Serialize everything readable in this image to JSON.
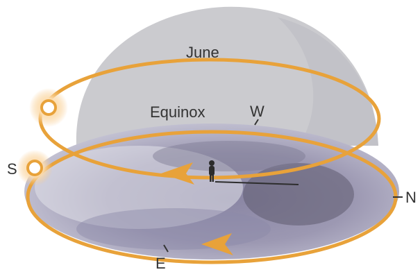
{
  "diagram": {
    "labels": {
      "june": "June",
      "equinox": "Equinox",
      "west": "W",
      "south": "S",
      "north": "N",
      "east": "E"
    },
    "colors": {
      "sky_dome": "#c9c9cd",
      "ground_shadow": "#7e7b93",
      "ground_light": "#d9d9e3",
      "sun_path": "#e8a23a",
      "sun_glow": "#f7c98a",
      "observer": "#2b2b2b",
      "label_text": "#333333"
    },
    "icons": {
      "sun_june": "sun-icon",
      "sun_equinox": "sun-icon",
      "observer": "person-icon"
    }
  }
}
